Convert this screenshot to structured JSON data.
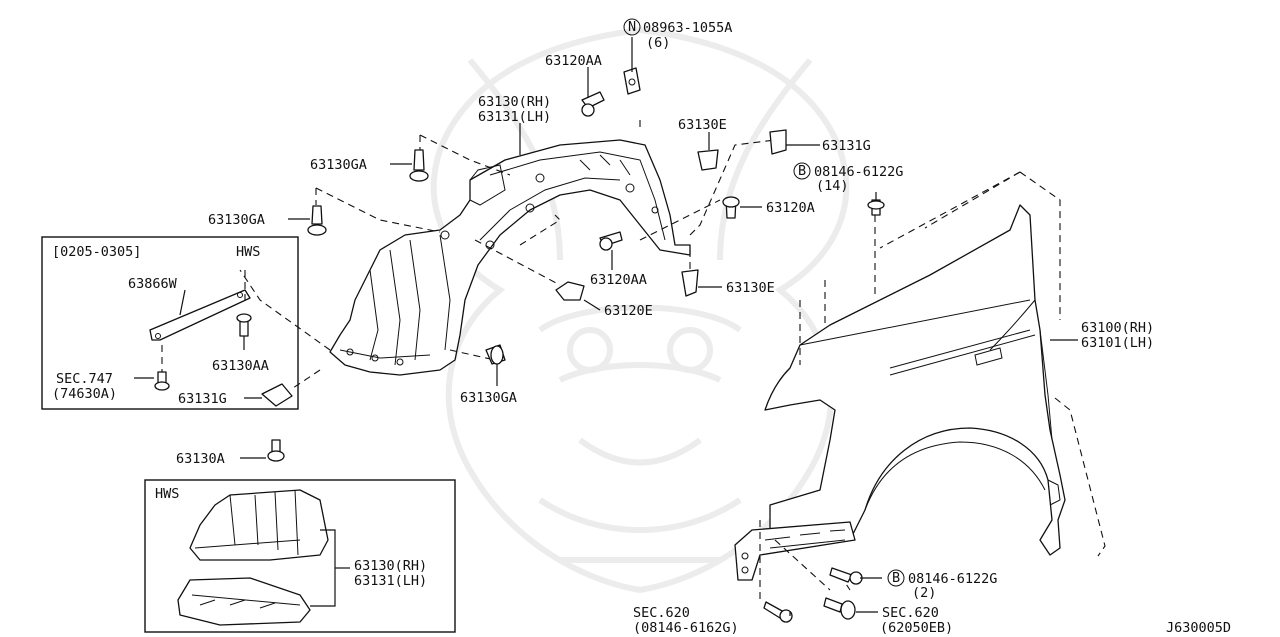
{
  "labels": {
    "nut_08963": "08963-1055A",
    "nut_08963_qty": "(6)",
    "clip_63120AA_top": "63120AA",
    "liner_rh_top": "63130(RH)",
    "liner_lh_top": "63131(LH)",
    "clip_63130E_top": "63130E",
    "bracket_63131G_top": "63131G",
    "bolt_08146_14": "08146-6122G",
    "bolt_08146_14_qty": "(14)",
    "clip_63130GA_1": "63130GA",
    "clip_63130GA_2": "63130GA",
    "clip_63120A": "63120A",
    "clip_63120AA_mid": "63120AA",
    "clip_63130E_mid": "63130E",
    "clip_63120E": "63120E",
    "fender_rh": "63100(RH)",
    "fender_lh": "63101(LH)",
    "clip_63130GA_3": "63130GA",
    "bracket_63131G_left": "63131G",
    "clip_63130A": "63130A",
    "inset_date": "[0205-0305]",
    "inset_hws": "HWS",
    "inset_63866W": "63866W",
    "inset_63130AA": "63130AA",
    "inset_sec747": "SEC.747",
    "inset_74630A": "(74630A)",
    "inset2_hws": "HWS",
    "inset2_rh": "63130(RH)",
    "inset2_lh": "63131(LH)",
    "bolt_08146_2": "08146-6122G",
    "bolt_08146_2_qty": "(2)",
    "sec620_a": "SEC.620",
    "sec620_a_part": "(08146-6162G)",
    "sec620_b": "SEC.620",
    "sec620_b_part": "(62050EB)",
    "diagram_id": "J630005D"
  },
  "markers": {
    "n_symbol": "N",
    "b_symbol_1": "B",
    "b_symbol_2": "B"
  }
}
